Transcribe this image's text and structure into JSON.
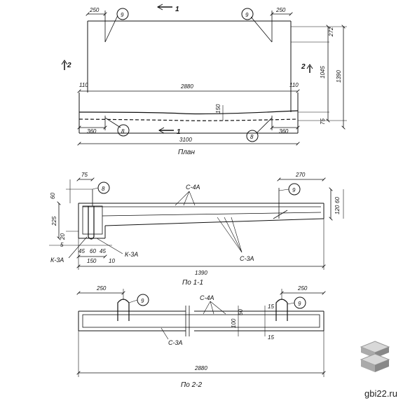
{
  "views": {
    "plan": {
      "title": "План",
      "dims": {
        "top_left": "250",
        "top_right": "250",
        "right_272": "272",
        "right_1045": "1045",
        "right_1390": "1390",
        "left_110": "110",
        "right_110": "110",
        "span_2880": "2880",
        "mid_150": "150",
        "right_75": "75",
        "bottom_left_360": "360",
        "bottom_right_360": "360",
        "overall_3100": "3100"
      },
      "callouts": {
        "c9a": "9",
        "c9b": "9",
        "c8a": "8",
        "c8b": "8"
      },
      "section_marks": {
        "s1_top": "1",
        "s1_bottom": "1",
        "s2_left": "2",
        "s2_right": "2"
      }
    },
    "section_1_1": {
      "title": "По 1-1",
      "dims": {
        "d75": "75",
        "d60_left": "60",
        "d225": "225",
        "d20": "20",
        "d5": "5",
        "d45a": "45",
        "d60": "60",
        "d45b": "45",
        "d150": "150",
        "d10": "10",
        "d270": "270",
        "d60_right": "60",
        "d120": "120",
        "overall_1390": "1390"
      },
      "labels": {
        "c4": "С-4А",
        "c3": "С-3А",
        "k3_left": "К-3А",
        "k3_right": "К-3А"
      },
      "callouts": {
        "c8": "8",
        "c9": "9"
      }
    },
    "section_2_2": {
      "title": "По 2-2",
      "dims": {
        "d250_left": "250",
        "d250_right": "250",
        "d60": "60",
        "d15_top": "15",
        "d100": "100",
        "d15_bottom": "15",
        "overall_2880": "2880"
      },
      "labels": {
        "c4": "С-4А",
        "c3": "С-3А"
      },
      "callouts": {
        "c9a": "9",
        "c9b": "9"
      }
    }
  },
  "watermark": "gbi22.ru"
}
